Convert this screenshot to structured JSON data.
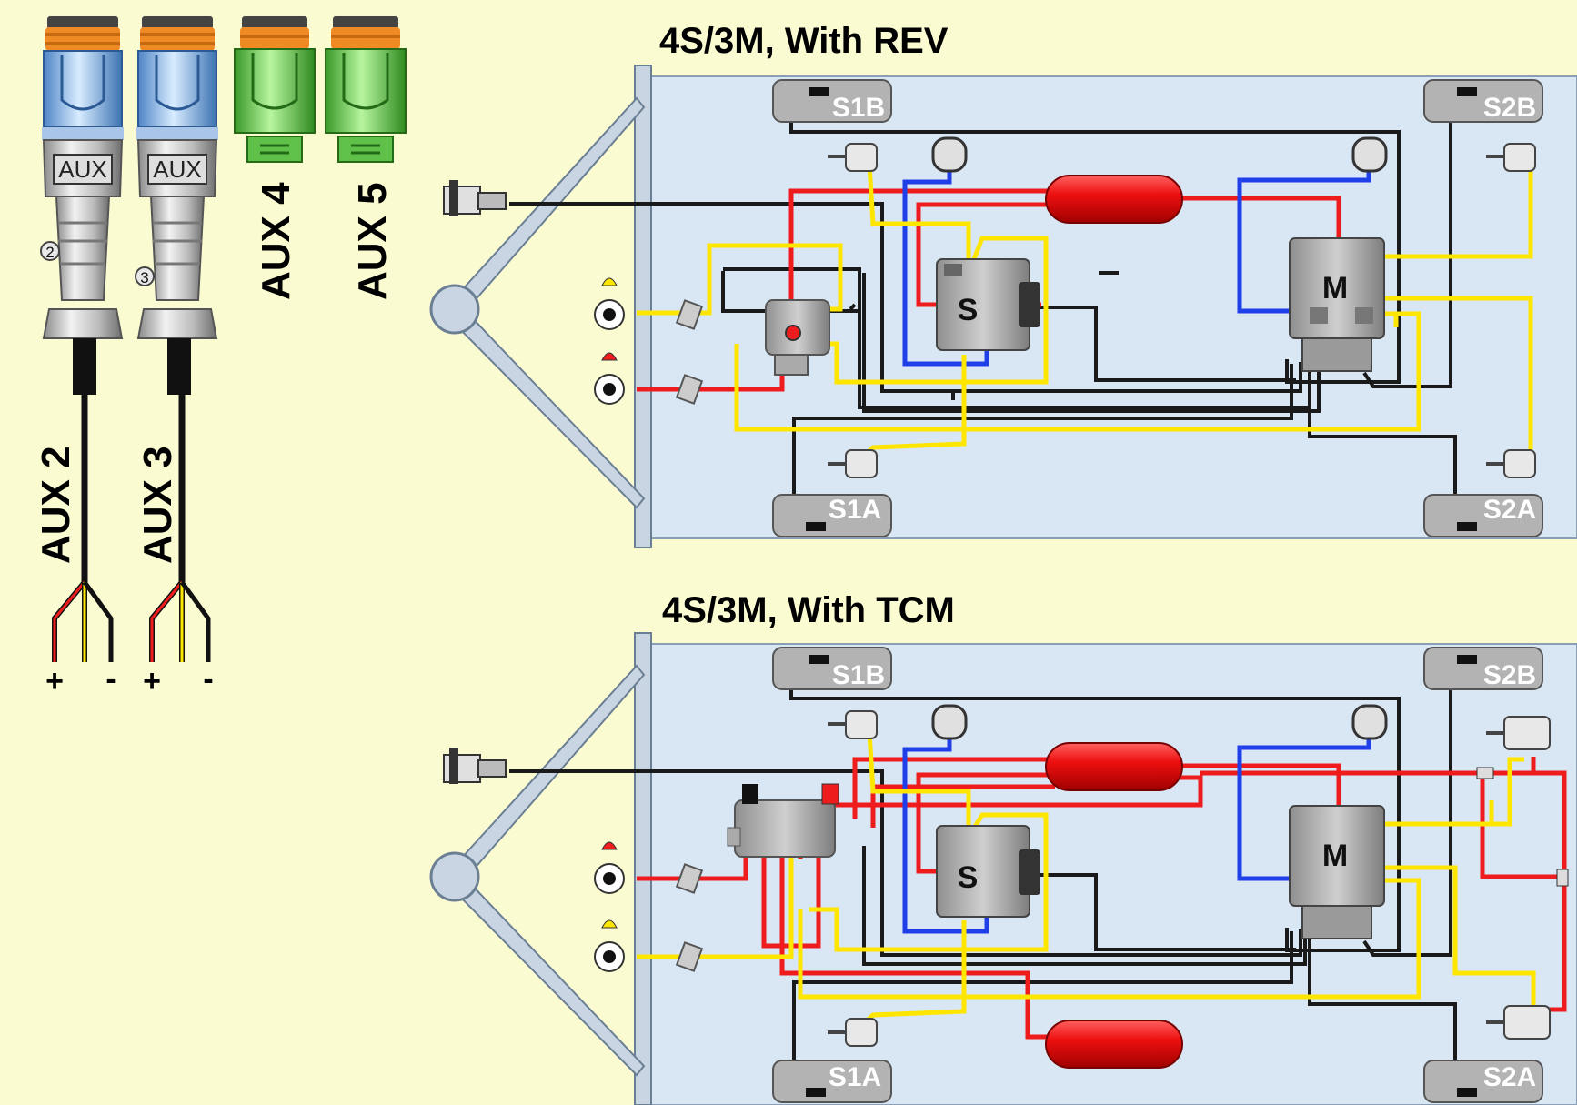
{
  "colors": {
    "background": "#fbfbd2",
    "panel": "#d9e6f4",
    "red": "#ee1c1c",
    "yellow": "#ffe600",
    "blue": "#1f3fe8",
    "black": "#1a1a1a",
    "sensor": "#b3b3b3",
    "tank": "#ee1010"
  },
  "connectors": {
    "aux2": {
      "label": "AUX 2",
      "plug_label": "AUX",
      "pin": "2",
      "plus": "+",
      "minus": "-"
    },
    "aux3": {
      "label": "AUX 3",
      "plug_label": "AUX",
      "pin": "3",
      "plus": "+",
      "minus": "-"
    },
    "aux4": {
      "label": "AUX 4"
    },
    "aux5": {
      "label": "AUX 5"
    }
  },
  "diagrams": [
    {
      "title": "4S/3M, With REV",
      "sensors": [
        "S1B",
        "S2B",
        "S1A",
        "S2A"
      ],
      "valve_s": "S",
      "valve_m": "M"
    },
    {
      "title": "4S/3M, With TCM",
      "sensors": [
        "S1B",
        "S2B",
        "S1A",
        "S2A"
      ],
      "valve_s": "S",
      "valve_m": "M"
    }
  ]
}
